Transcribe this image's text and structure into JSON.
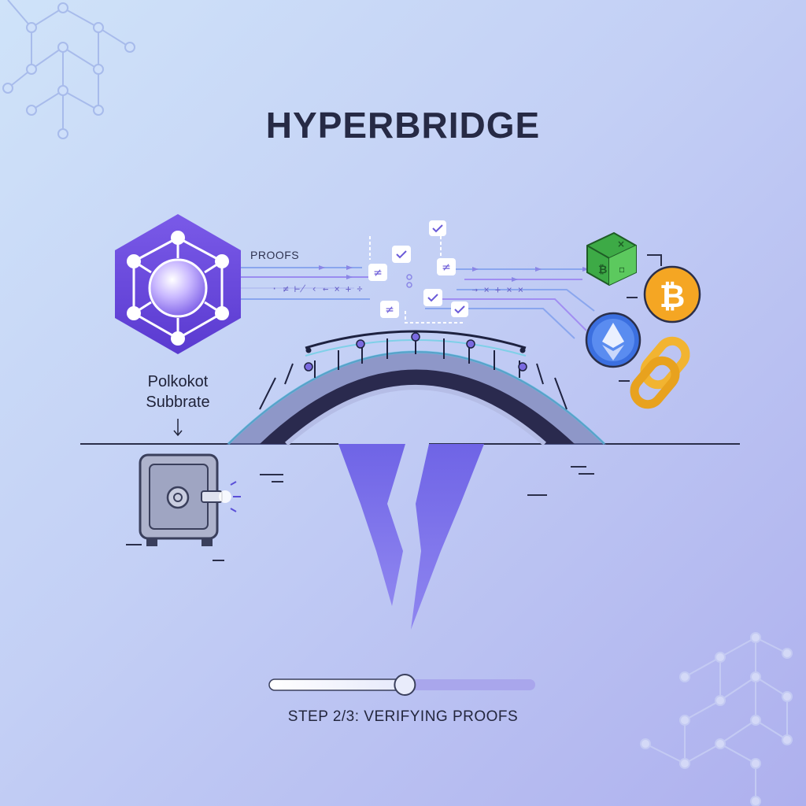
{
  "header": {
    "title": "HYPERBRIDGE"
  },
  "flow": {
    "label": "PROOFS"
  },
  "source_node": {
    "line1": "Polkokot",
    "line2": "Subbrate"
  },
  "progress": {
    "fraction": 0.51,
    "step_text": "STEP 2/3: VERIFYING PROOFS"
  },
  "colors": {
    "accent": "#6a4fd8",
    "bridge": "#8e97c8",
    "chasm": "#7a70e6",
    "bitcoin": "#f5a623",
    "ethereum": "#3b6fe0",
    "cube": "#4cbf4f",
    "chain_link": "#f2b431",
    "ink": "#262a45"
  },
  "icons": [
    "polkadot-hexagon-icon",
    "vault-icon",
    "bitcoin-icon",
    "ethereum-icon",
    "green-cube-icon",
    "chain-link-icon",
    "checkmark-icon"
  ]
}
